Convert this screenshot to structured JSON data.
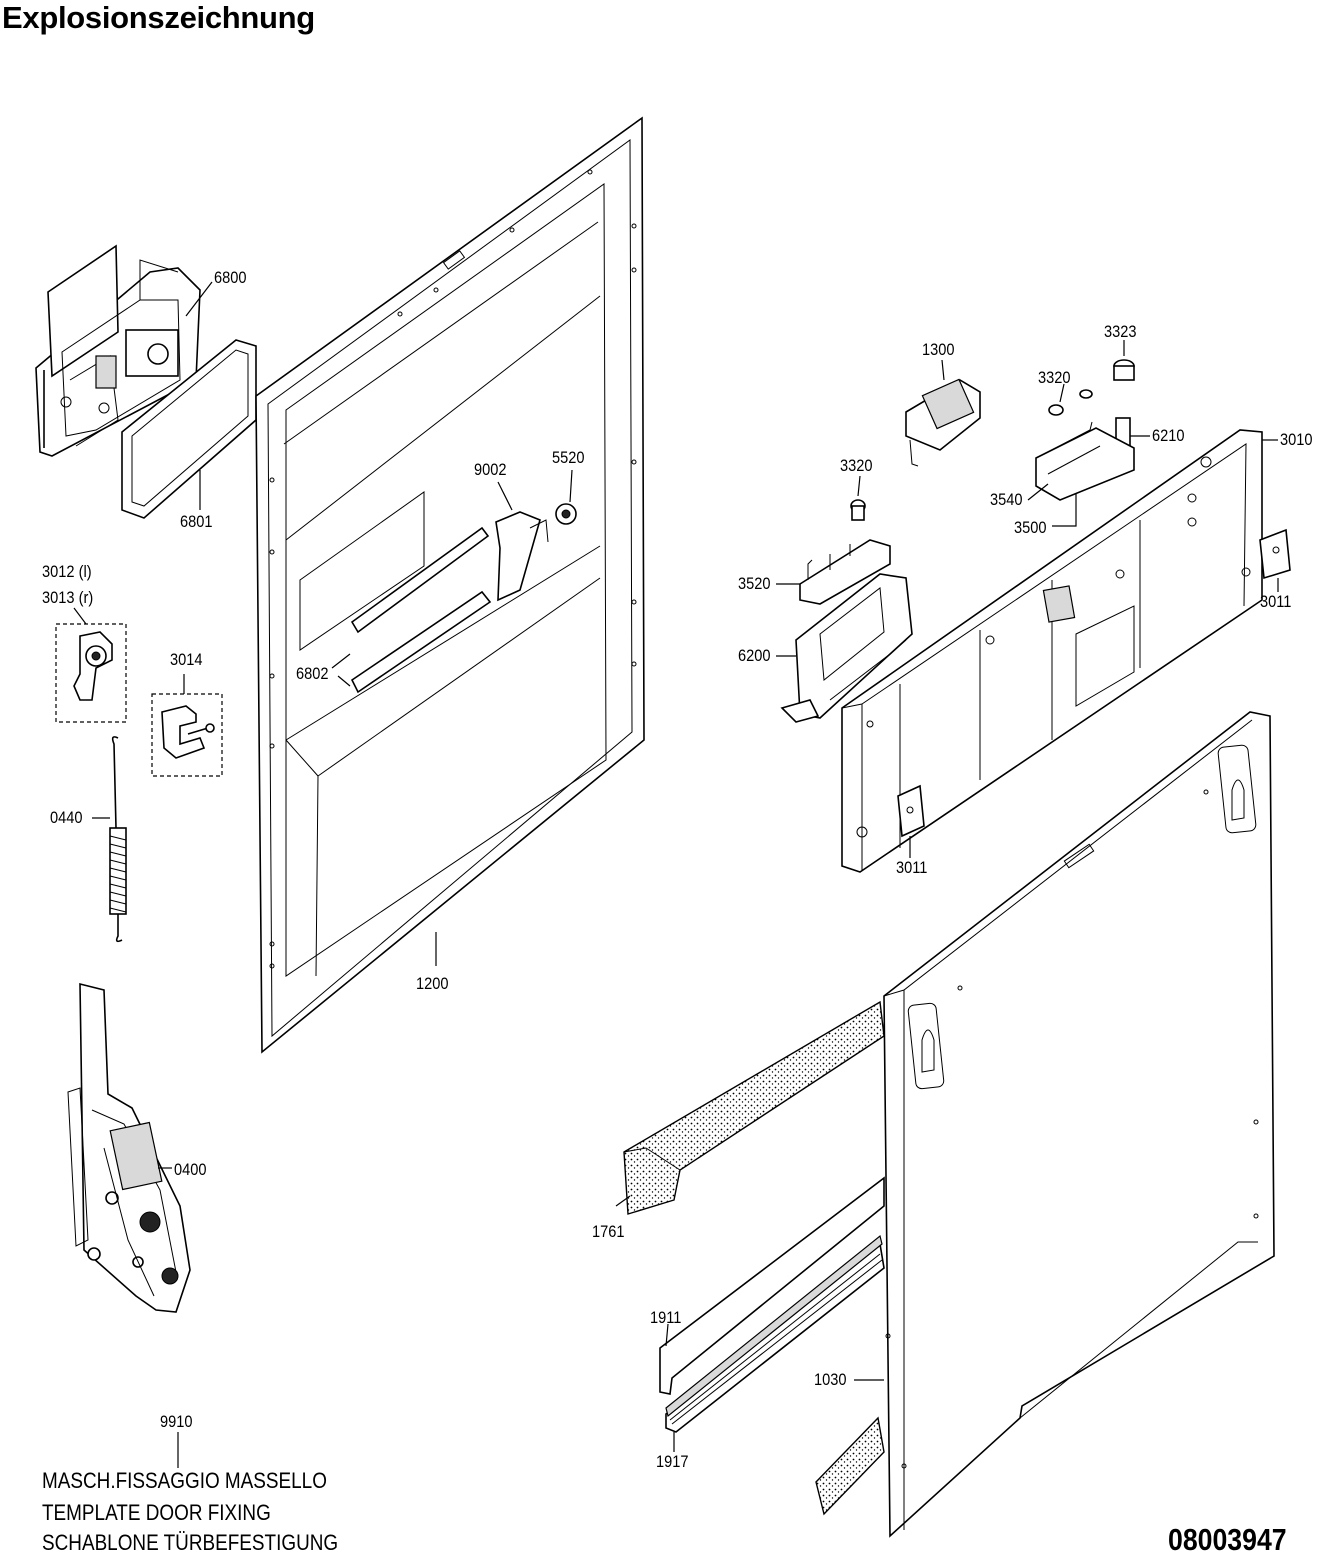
{
  "title": "Explosionszeichnung",
  "document_number": "08003947",
  "template_note": {
    "part": "9910",
    "lines": [
      "MASCH.FISSAGGIO MASSELLO",
      "TEMPLATE DOOR FIXING",
      "SCHABLONE TÜRBEFESTIGUNG"
    ]
  },
  "parts": {
    "p6800": "6800",
    "p6801": "6801",
    "p3012": "3012 (l)",
    "p3013": "3013 (r)",
    "p3014": "3014",
    "p0440": "0440",
    "p0400": "0400",
    "p9002": "9002",
    "p5520": "5520",
    "p6802": "6802",
    "p1200": "1200",
    "p1300": "1300",
    "p3323": "3323",
    "p3320a": "3320",
    "p3320b": "3320",
    "p6210": "6210",
    "p3010": "3010",
    "p3540": "3540",
    "p3500": "3500",
    "p3520": "3520",
    "p6200": "6200",
    "p3011a": "3011",
    "p3011b": "3011",
    "p1761": "1761",
    "p1911": "1911",
    "p1030": "1030",
    "p1917": "1917"
  }
}
